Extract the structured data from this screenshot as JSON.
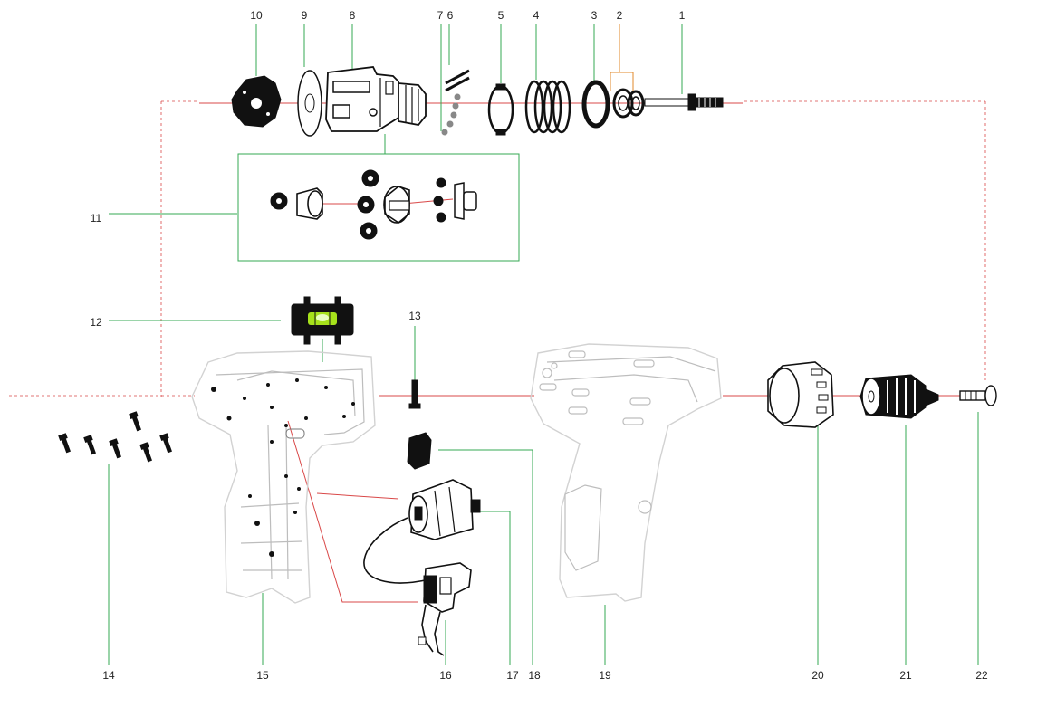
{
  "diagram": {
    "callouts": [
      {
        "id": "1",
        "label": "1"
      },
      {
        "id": "2",
        "label": "2"
      },
      {
        "id": "3",
        "label": "3"
      },
      {
        "id": "4",
        "label": "4"
      },
      {
        "id": "5",
        "label": "5"
      },
      {
        "id": "6",
        "label": "6"
      },
      {
        "id": "7",
        "label": "7"
      },
      {
        "id": "8",
        "label": "8"
      },
      {
        "id": "9",
        "label": "9"
      },
      {
        "id": "10",
        "label": "10"
      },
      {
        "id": "11",
        "label": "11"
      },
      {
        "id": "12",
        "label": "12"
      },
      {
        "id": "13",
        "label": "13"
      },
      {
        "id": "14",
        "label": "14"
      },
      {
        "id": "15",
        "label": "15"
      },
      {
        "id": "16",
        "label": "16"
      },
      {
        "id": "17",
        "label": "17"
      },
      {
        "id": "18",
        "label": "18"
      },
      {
        "id": "19",
        "label": "19"
      },
      {
        "id": "20",
        "label": "20"
      },
      {
        "id": "21",
        "label": "21"
      },
      {
        "id": "22",
        "label": "22"
      }
    ],
    "colors": {
      "leader_green": "#34a853",
      "assembly_red": "#d94848",
      "bracket_orange": "#e28a2b",
      "part_black": "#111111",
      "housing_gray": "#d2d2d2",
      "bubble_green": "#a6e21b"
    }
  }
}
